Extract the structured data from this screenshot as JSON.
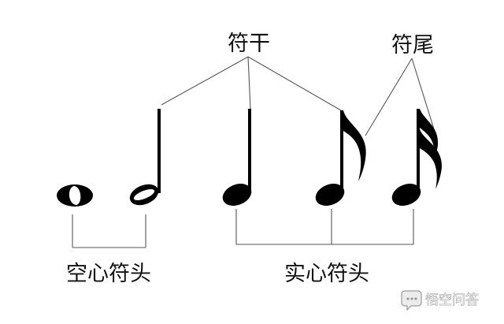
{
  "labels": {
    "stem": "符干",
    "flag": "符尾",
    "hollow_head": "空心符头",
    "solid_head": "实心符头"
  },
  "watermark": {
    "text": "悟空问答",
    "icon": "speech-bubble-icon"
  },
  "notes": [
    {
      "name": "whole-note",
      "head": "hollow",
      "stem": false,
      "flags": 0
    },
    {
      "name": "half-note",
      "head": "hollow",
      "stem": true,
      "flags": 0
    },
    {
      "name": "quarter-note",
      "head": "solid",
      "stem": true,
      "flags": 0
    },
    {
      "name": "eighth-note",
      "head": "solid",
      "stem": true,
      "flags": 1
    },
    {
      "name": "sixteenth-note",
      "head": "solid",
      "stem": true,
      "flags": 2
    }
  ],
  "colors": {
    "ink": "#000000",
    "line": "#555555",
    "watermark": "#9a9a9a"
  }
}
